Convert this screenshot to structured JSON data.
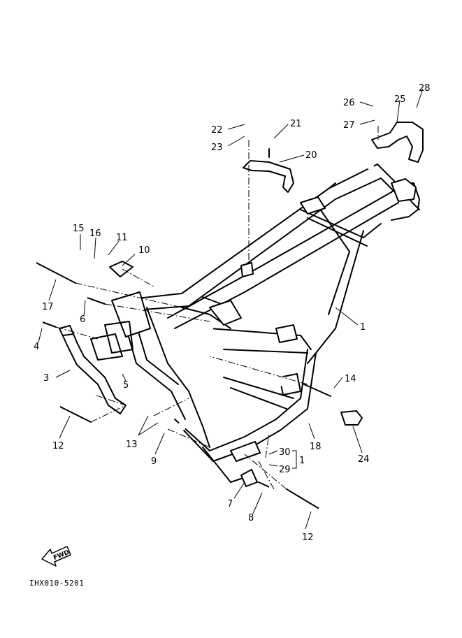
{
  "callouts": [
    {
      "id": "1",
      "label": "1"
    },
    {
      "id": "1b",
      "label": "1"
    },
    {
      "id": "3",
      "label": "3"
    },
    {
      "id": "4",
      "label": "4"
    },
    {
      "id": "5",
      "label": "5"
    },
    {
      "id": "6",
      "label": "6"
    },
    {
      "id": "7",
      "label": "7"
    },
    {
      "id": "8",
      "label": "8"
    },
    {
      "id": "9",
      "label": "9"
    },
    {
      "id": "10",
      "label": "10"
    },
    {
      "id": "11",
      "label": "11"
    },
    {
      "id": "12a",
      "label": "12"
    },
    {
      "id": "12b",
      "label": "12"
    },
    {
      "id": "13",
      "label": "13"
    },
    {
      "id": "14",
      "label": "14"
    },
    {
      "id": "15",
      "label": "15"
    },
    {
      "id": "16",
      "label": "16"
    },
    {
      "id": "17",
      "label": "17"
    },
    {
      "id": "18",
      "label": "18"
    },
    {
      "id": "20",
      "label": "20"
    },
    {
      "id": "21",
      "label": "21"
    },
    {
      "id": "22",
      "label": "22"
    },
    {
      "id": "23",
      "label": "23"
    },
    {
      "id": "24",
      "label": "24"
    },
    {
      "id": "25",
      "label": "25"
    },
    {
      "id": "26",
      "label": "26"
    },
    {
      "id": "27",
      "label": "27"
    },
    {
      "id": "28",
      "label": "28"
    },
    {
      "id": "29",
      "label": "29"
    },
    {
      "id": "30",
      "label": "30"
    }
  ],
  "fwd_label": "FWD",
  "drawing_code": "IHX010-5201",
  "icons": {
    "forward_arrow": "fwd-arrow-icon"
  }
}
